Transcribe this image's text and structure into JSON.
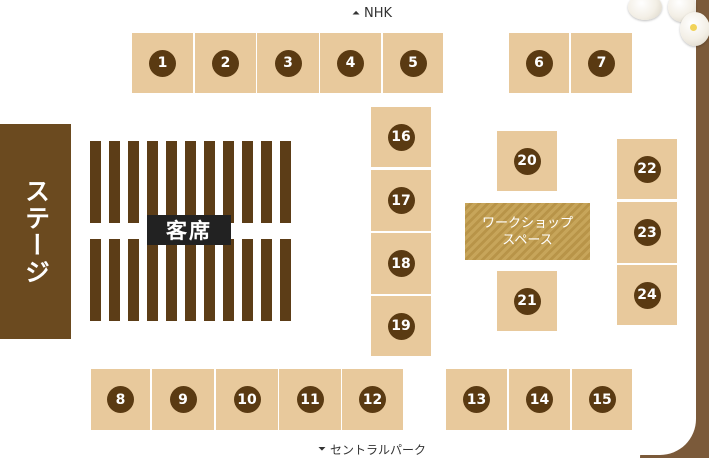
{
  "directions": {
    "top": "NHK",
    "bottom": "セントラルパーク"
  },
  "stage_label": "ステージ",
  "audience_label": "客席",
  "workshop": {
    "line1": "ワークショップ",
    "line2": "スペース"
  },
  "booths": [
    "1",
    "2",
    "3",
    "4",
    "5",
    "6",
    "7",
    "8",
    "9",
    "10",
    "11",
    "12",
    "13",
    "14",
    "15",
    "16",
    "17",
    "18",
    "19",
    "20",
    "21",
    "22",
    "23",
    "24"
  ],
  "colors": {
    "booth": "#e8c99c",
    "booth_number_bg": "#5a3a12",
    "stage": "#6b4a1f",
    "seats": "#5c3d17",
    "workshop": "#c7a55a",
    "frame": "#7b5a3a"
  }
}
